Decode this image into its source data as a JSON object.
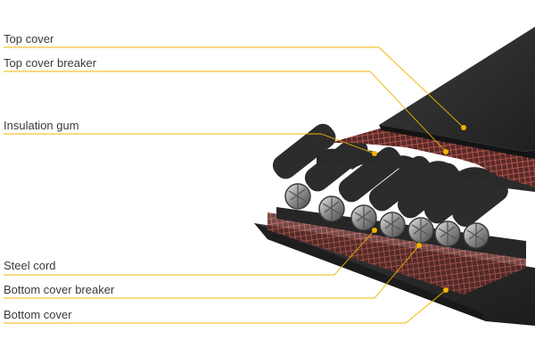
{
  "colors": {
    "leader_line": "#f0b400",
    "belt_dark": "#2b2b2b",
    "breaker_red": "#8a3a32",
    "steel": "#9a9a9a"
  },
  "labels": [
    {
      "id": "top-cover",
      "text": "Top cover"
    },
    {
      "id": "top-cover-breaker",
      "text": "Top cover breaker"
    },
    {
      "id": "insulation-gum",
      "text": "Insulation gum"
    },
    {
      "id": "steel-cord",
      "text": "Steel cord"
    },
    {
      "id": "bottom-cover-breaker",
      "text": "Bottom cover breaker"
    },
    {
      "id": "bottom-cover",
      "text": "Bottom cover"
    }
  ]
}
